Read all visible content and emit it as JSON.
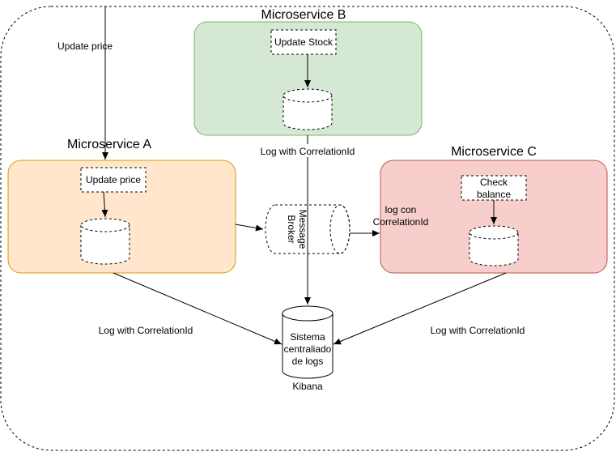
{
  "microservices": {
    "a": {
      "title": "Microservice A",
      "task": "Update price",
      "fill": "#ffe6cc",
      "stroke": "#d79b00"
    },
    "b": {
      "title": "Microservice B",
      "task": "Update Stock",
      "fill": "#d5e8d4",
      "stroke": "#82b366"
    },
    "c": {
      "title": "Microservice C",
      "task_line1": "Check",
      "task_line2": "balance",
      "fill": "#f8cecc",
      "stroke": "#b85450"
    }
  },
  "broker": {
    "line1": "Message",
    "line2": "Broker"
  },
  "central_log": {
    "line1": "Sistema",
    "line2": "centraliado",
    "line3": "de logs",
    "caption": "Kibana"
  },
  "edge_labels": {
    "incoming": "Update price",
    "b_log": "Log with CorrelationId",
    "a_log": "Log with CorrelationId",
    "c_log": "Log with CorrelationId",
    "c_con_line1": "log con",
    "c_con_line2": "CorrelationId"
  }
}
